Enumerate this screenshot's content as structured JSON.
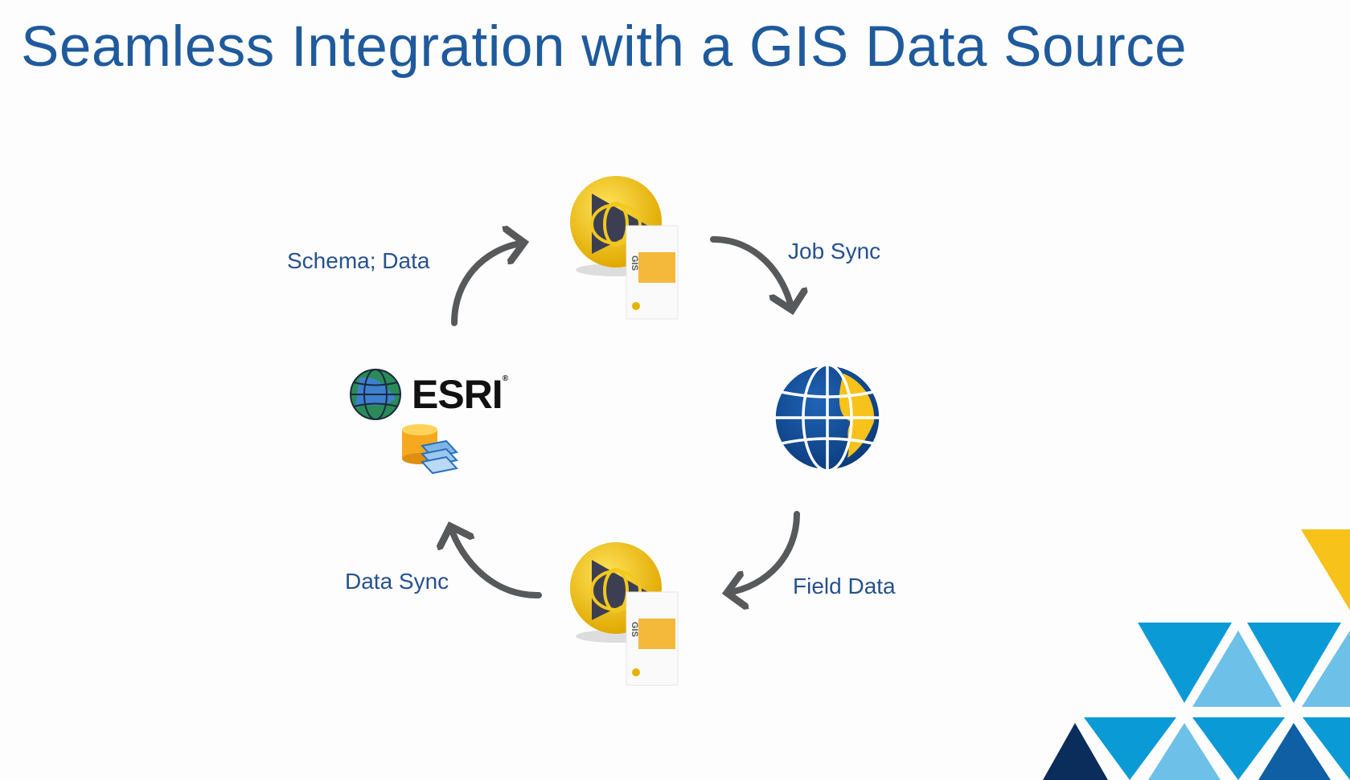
{
  "title": "Seamless Integration with a GIS Data Source",
  "labels": {
    "schema_data": "Schema; Data",
    "job_sync": "Job Sync",
    "data_sync": "Data Sync",
    "field_data": "Field Data"
  },
  "esri_logo": "ESRI",
  "colors": {
    "title": "#1f5a9c",
    "label": "#27518e",
    "arrow": "#58595b",
    "yellow": "#f7c21a",
    "blue": "#0a9ad6",
    "light_blue": "#6dc0e8",
    "navy": "#0b2d5c"
  }
}
